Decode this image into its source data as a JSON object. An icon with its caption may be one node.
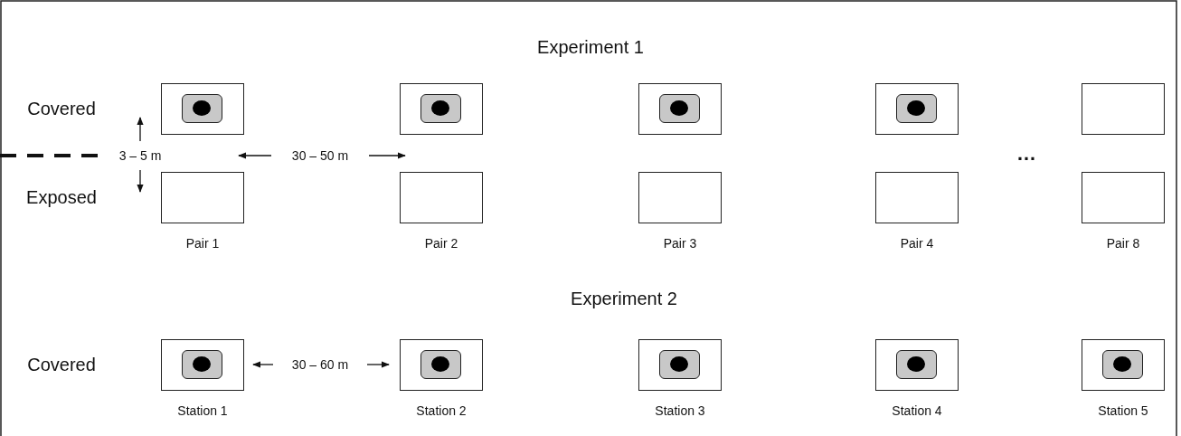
{
  "diagram": {
    "nodes": [
      {
        "text": [],
        "shape": "box"
      },
      {
        "text": [],
        "shape": "picture",
        "in": 0
      },
      {
        "text": [],
        "shape": "box"
      },
      {
        "text": [],
        "shape": "picture",
        "in": 2
      },
      {
        "text": [],
        "shape": "box"
      },
      {
        "text": [],
        "shape": "picture",
        "in": 4
      },
      {
        "text": [],
        "shape": "box"
      },
      {
        "text": [],
        "shape": "picture",
        "in": 6
      },
      {
        "text": [],
        "shape": "box"
      },
      {
        "text": [],
        "shape": "box",
        "beside": [
          "Pair 1"
        ]
      },
      {
        "text": [],
        "shape": "box",
        "beside": [
          "Pair 2"
        ]
      },
      {
        "text": [],
        "shape": "box",
        "beside": [
          "Pair 3"
        ]
      },
      {
        "text": [],
        "shape": "box",
        "beside": [
          "Pair 4"
        ]
      },
      {
        "text": [],
        "shape": "box",
        "beside": [
          "Pair 8"
        ]
      },
      {
        "text": [],
        "shape": "box",
        "beside": [
          "Station 1"
        ]
      },
      {
        "text": [],
        "shape": "picture",
        "in": 14
      },
      {
        "text": [],
        "shape": "box",
        "beside": [
          "Station 2"
        ]
      },
      {
        "text": [],
        "shape": "picture",
        "in": 16
      },
      {
        "text": [],
        "shape": "box",
        "beside": [
          "Station 3"
        ]
      },
      {
        "text": [],
        "shape": "picture",
        "in": 18
      },
      {
        "text": [],
        "shape": "box",
        "beside": [
          "Station 4"
        ]
      },
      {
        "text": [],
        "shape": "picture",
        "in": 20
      },
      {
        "text": [],
        "shape": "box",
        "beside": [
          "Station 5"
        ]
      },
      {
        "text": [],
        "shape": "picture",
        "in": 22
      }
    ],
    "labels": [
      "Experiment 1",
      "Covered",
      "Exposed",
      "3 – 5 m",
      "30 – 50 m",
      "…",
      "Experiment 2",
      "Covered",
      "30 – 60 m"
    ]
  }
}
